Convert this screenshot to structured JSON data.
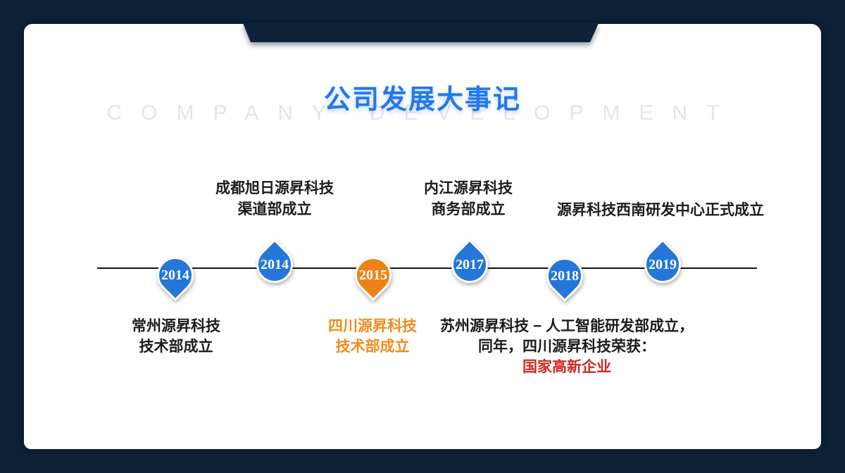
{
  "header": {
    "title": "公司发展大事记",
    "watermark": "COMPANY DEVELOPMENT"
  },
  "colors": {
    "background_navy": "#0e2338",
    "card_white": "#ffffff",
    "title_blue": "#2478ea",
    "pin_blue": "#2576d8",
    "pin_orange": "#ee8315",
    "label_orange": "#f08c1e",
    "label_red": "#cf2823",
    "label_dark": "#1c1c1c",
    "watermark_gray": "#e5e5e8",
    "timeline_line": "#141414"
  },
  "timeline": {
    "events": [
      {
        "year": "2014",
        "pin_color": "blue",
        "direction": "down",
        "label_position": "below",
        "label_lines": [
          "常州源昇科技",
          "技术部成立"
        ]
      },
      {
        "year": "2014",
        "pin_color": "blue",
        "direction": "up",
        "label_position": "above",
        "label_lines": [
          "成都旭日源昇科技",
          "渠道部成立"
        ]
      },
      {
        "year": "2015",
        "pin_color": "orange",
        "direction": "down",
        "label_position": "below",
        "label_color": "#f08c1e",
        "label_lines": [
          "四川源昇科技",
          "技术部成立"
        ]
      },
      {
        "year": "2017",
        "pin_color": "blue",
        "direction": "up",
        "label_position": "above",
        "label_lines": [
          "内江源昇科技",
          "商务部成立"
        ]
      },
      {
        "year": "2018",
        "pin_color": "blue",
        "direction": "down",
        "label_position": "below",
        "label_lines": [
          "苏州源昇科技 − 人工智能研发部成立，",
          "同年，四川源昇科技荣获：",
          "国家高新企业"
        ],
        "highlight_line": "国家高新企业",
        "highlight_color": "#cf2823"
      },
      {
        "year": "2019",
        "pin_color": "blue",
        "direction": "up",
        "label_position": "above",
        "label_lines": [
          "源昇科技西南研发中心正式成立"
        ]
      }
    ]
  }
}
